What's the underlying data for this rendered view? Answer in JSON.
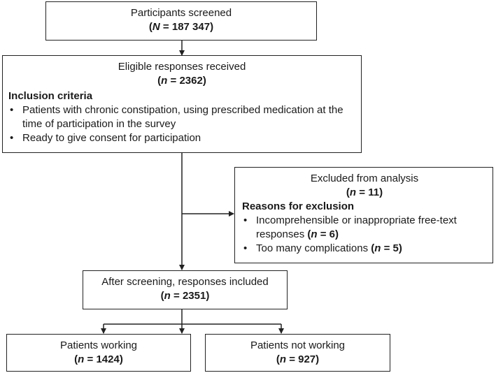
{
  "screened": {
    "title": "Participants screened",
    "count_symbol": "N",
    "count_value": "= 187 347"
  },
  "eligible": {
    "title": "Eligible responses received",
    "count_symbol": "n",
    "count_value": "= 2362",
    "criteria_heading": "Inclusion criteria",
    "criteria": [
      "Patients with chronic constipation, using prescribed medication at the time of participation in the survey",
      "Ready to give consent for participation"
    ]
  },
  "excluded": {
    "title": "Excluded from analysis",
    "count_symbol": "n",
    "count_value": "= 11",
    "reasons_heading": "Reasons for exclusion",
    "reasons": [
      {
        "text": "Incomprehensible or inappropriate free-text responses",
        "count_symbol": "n",
        "count_value": "= 6"
      },
      {
        "text": "Too many complications",
        "count_symbol": "n",
        "count_value": "= 5"
      }
    ]
  },
  "included": {
    "title": "After screening, responses included",
    "count_symbol": "n",
    "count_value": "= 2351"
  },
  "working": {
    "title": "Patients working",
    "count_symbol": "n",
    "count_value": "= 1424"
  },
  "not_working": {
    "title": "Patients not working",
    "count_symbol": "n",
    "count_value": "= 927"
  }
}
